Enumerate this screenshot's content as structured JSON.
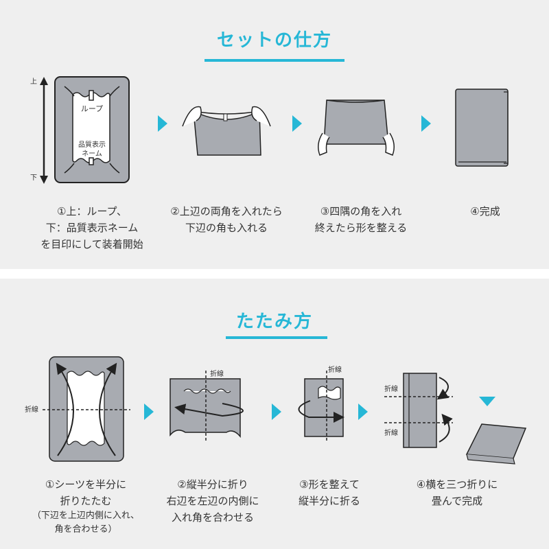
{
  "sections": [
    {
      "title": "セットの仕方",
      "steps": [
        {
          "lines": [
            "①上：ループ、",
            "下：品質表示ネーム",
            "を目印にして装着開始"
          ],
          "note": ""
        },
        {
          "lines": [
            "②上辺の両角を入れたら",
            "下辺の角も入れる"
          ],
          "note": ""
        },
        {
          "lines": [
            "③四隅の角を入れ",
            "終えたら形を整える"
          ],
          "note": ""
        },
        {
          "lines": [
            "④完成"
          ],
          "note": ""
        }
      ],
      "figure_labels": {
        "top": "上",
        "bottom": "下",
        "loop": "ループ",
        "tag_line1": "品質表示",
        "tag_line2": "ネーム"
      }
    },
    {
      "title": "たたみ方",
      "steps": [
        {
          "lines": [
            "①シーツを半分に",
            "折りたたむ"
          ],
          "note": "（下辺を上辺内側に入れ、\n角を合わせる）"
        },
        {
          "lines": [
            "②縦半分に折り",
            "右辺を左辺の内側に",
            "入れ角を合わせる"
          ],
          "note": ""
        },
        {
          "lines": [
            "③形を整えて",
            "縦半分に折る"
          ],
          "note": ""
        },
        {
          "lines": [
            "④横を三つ折りに",
            "畳んで完成"
          ],
          "note": ""
        }
      ],
      "fold_label": "折線"
    }
  ],
  "colors": {
    "accent": "#26b7d6",
    "sheet": "#a8abb1",
    "panel": "#efefef"
  }
}
